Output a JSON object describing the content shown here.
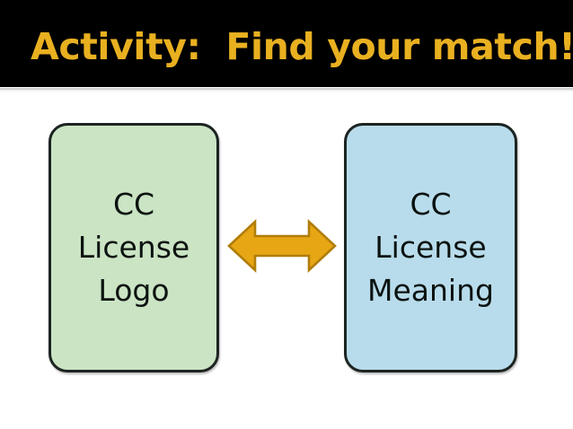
{
  "slide": {
    "title": "Activity:  Find your match!",
    "title_color": "#e9b020",
    "header_background": "#000000",
    "body_background": "#ffffff"
  },
  "shapes": {
    "left_box": {
      "name": "CC License Logo box",
      "text": "CC\nLicense\nLogo",
      "lines": [
        "CC",
        "License",
        "Logo"
      ],
      "fill_color": "#cbe4c4",
      "border_color": "#1c2421",
      "text_color": "#0b1210"
    },
    "right_box": {
      "name": "CC License Meaning box",
      "text": "CC\nLicense\nMeaning",
      "lines": [
        "CC",
        "License",
        "Meaning"
      ],
      "fill_color": "#b8dceb",
      "border_color": "#1c2421",
      "text_color": "#0b1210"
    },
    "connector": {
      "name": "double-headed-arrow",
      "icon": "double-arrow-horizontal-icon",
      "fill_color": "#e7a714",
      "stroke_color": "#b07d0a"
    }
  }
}
